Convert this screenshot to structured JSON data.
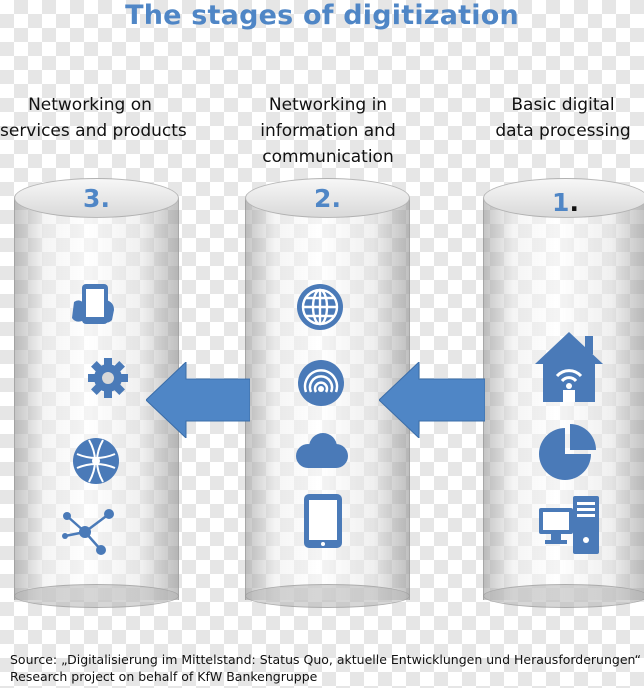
{
  "title": "The stages of digitization",
  "stages": [
    {
      "number": "3.",
      "heading": [
        "Networking on",
        "services and products"
      ],
      "icons": [
        "smartphone-hand-icon",
        "gear-icon",
        "globe-network-icon",
        "network-nodes-icon"
      ]
    },
    {
      "number": "2.",
      "heading": [
        "Networking in",
        "information and",
        "communication"
      ],
      "icons": [
        "globe-icon",
        "wireless-signal-icon",
        "cloud-icon",
        "tablet-icon"
      ]
    },
    {
      "number": "1",
      "number_dot": ".",
      "heading": [
        "Basic digital",
        "data processing"
      ],
      "icons": [
        "smart-home-icon",
        "pie-chart-icon",
        "desktop-computer-icon"
      ]
    }
  ],
  "source": [
    "Source: „Digitalisierung im Mittelstand: Status Quo, aktuelle Entwicklungen und Herausforderungen“",
    "Research project on behalf of KfW Bankengruppe"
  ],
  "colors": {
    "accent": "#4f86c6",
    "icon": "#4a7ab8",
    "arrow": "#4f86c6"
  }
}
